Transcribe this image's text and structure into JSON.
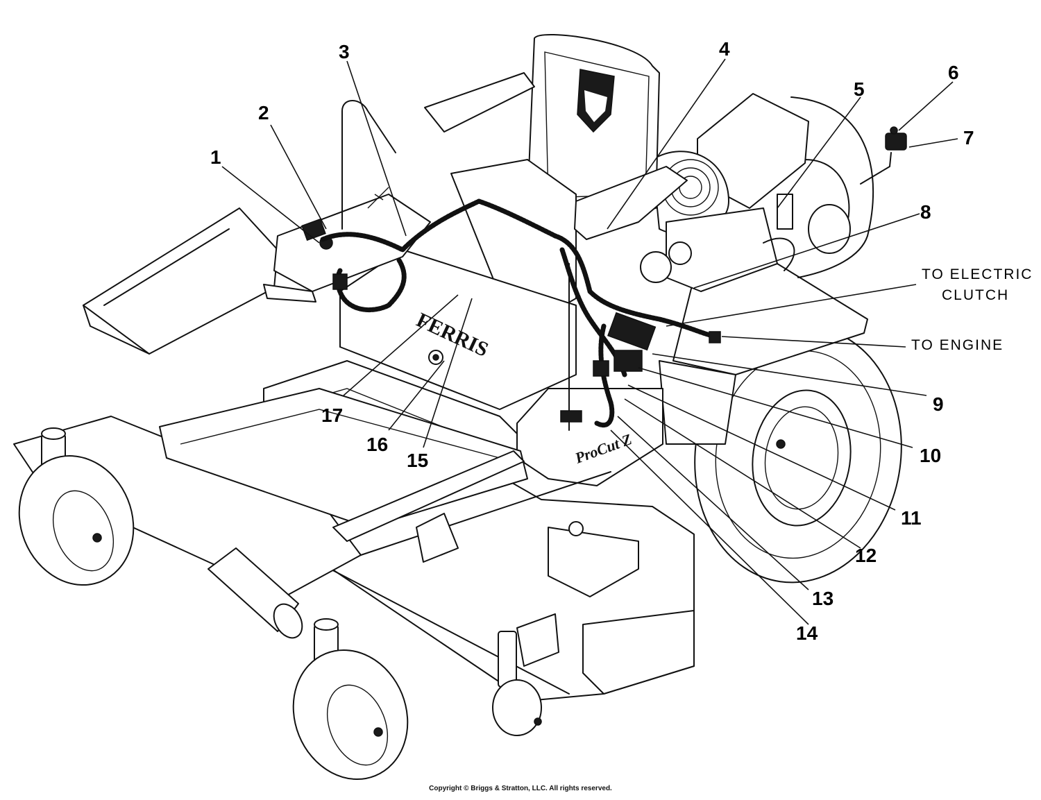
{
  "diagram": {
    "callout_numbers": [
      "1",
      "2",
      "3",
      "4",
      "5",
      "6",
      "7",
      "8",
      "9",
      "10",
      "11",
      "12",
      "13",
      "14",
      "15",
      "16",
      "17"
    ],
    "callout_labels": {
      "electric_clutch_line1": "TO ELECTRIC",
      "electric_clutch_line2": "CLUTCH",
      "engine": "TO ENGINE"
    },
    "branding": {
      "deck_brand": "FERRIS",
      "model_badge": "ProCut Z"
    }
  },
  "footer": {
    "copyright": "Copyright © Briggs & Stratton, LLC. All rights reserved."
  }
}
